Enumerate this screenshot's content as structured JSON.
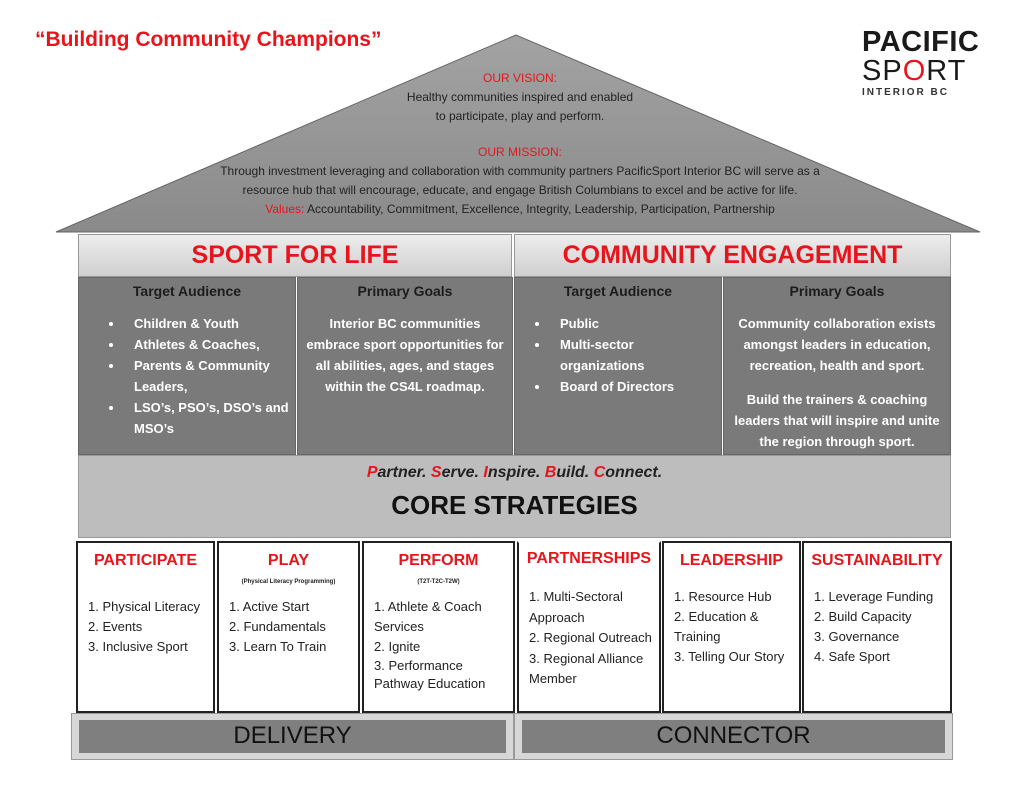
{
  "tagline": "“Building Community Champions”",
  "logo": {
    "line1": "PACIFIC",
    "line2a": "SP",
    "line2b": "O",
    "line2c": "RT",
    "line3": "INTERIOR BC"
  },
  "vision": {
    "label": "OUR VISION:",
    "line1": "Healthy communities inspired and enabled",
    "line2": "to participate, play and perform."
  },
  "mission": {
    "label": "OUR MISSION:",
    "line1": "Through investment leveraging and collaboration with community partners PacificSport Interior BC will serve as a",
    "line2": "resource hub that will encourage, educate, and engage British Columbians to excel and be active for life.",
    "values_label": "Values:",
    "values": "Accountability, Commitment, Excellence, Integrity, Leadership, Participation, Partnership"
  },
  "pillars": {
    "left_title": "SPORT FOR LIFE",
    "right_title": "COMMUNITY ENGAGEMENT"
  },
  "panels": [
    {
      "heading": "Target Audience",
      "items": [
        "Children & Youth",
        "Athletes & Coaches,",
        "Parents & Community Leaders,",
        "LSO’s, PSO’s, DSO’s and MSO’s"
      ]
    },
    {
      "heading": "Primary Goals",
      "text": "Interior BC communities embrace sport opportunities for all abilities, ages, and stages within the CS4L roadmap."
    },
    {
      "heading": "Target Audience",
      "items": [
        "Public",
        "Multi-sector organizations",
        "Board of Directors"
      ]
    },
    {
      "heading": "Primary Goals",
      "text1": "Community collaboration exists amongst leaders in education, recreation, health and sport.",
      "text2": "Build the trainers & coaching leaders that will inspire and unite the region through sport."
    }
  ],
  "motto": [
    {
      "first": "P",
      "rest": "artner."
    },
    {
      "first": "S",
      "rest": "erve."
    },
    {
      "first": "I",
      "rest": "nspire."
    },
    {
      "first": "B",
      "rest": "uild."
    },
    {
      "first": "C",
      "rest": "onnect."
    }
  ],
  "core_title": "CORE STRATEGIES",
  "strategies": [
    {
      "title": "PARTICIPATE",
      "sub": "",
      "items": [
        "1. Physical Literacy",
        "2. Events",
        "3. Inclusive Sport"
      ]
    },
    {
      "title": "PLAY",
      "sub": "(Physical Literacy Programming)",
      "items": [
        "1. Active Start",
        "2. Fundamentals",
        "3. Learn To Train"
      ]
    },
    {
      "title": "PERFORM",
      "sub": "(T2T-T2C-T2W)",
      "items": [
        "1. Athlete & Coach Services",
        "2. Ignite",
        "3. Performance Pathway Education"
      ]
    },
    {
      "title": "PARTNERSHIPS",
      "sub": "",
      "items": [
        "1. Multi-Sectoral Approach",
        "2. Regional Outreach",
        "3. Regional Alliance Member"
      ]
    },
    {
      "title": "LEADERSHIP",
      "sub": "",
      "items": [
        "1. Resource Hub",
        "2. Education & Training",
        "3. Telling Our Story"
      ]
    },
    {
      "title": "SUSTAINABILITY",
      "sub": "",
      "items": [
        "1. Leverage Funding",
        "2. Build Capacity",
        "3. Governance",
        "4. Safe Sport"
      ]
    }
  ],
  "footer": {
    "left": "DELIVERY",
    "right": "CONNECTOR"
  },
  "colors": {
    "accent": "#e8141c",
    "panel": "#7a7a7a",
    "core": "#bdbdbd"
  }
}
